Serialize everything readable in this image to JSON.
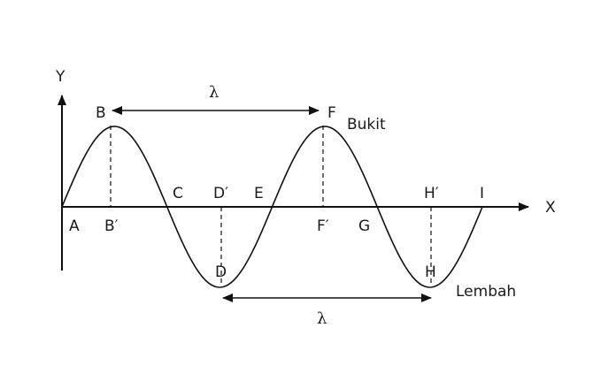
{
  "diagram": {
    "axis_y": "Y",
    "axis_x": "X",
    "points": {
      "A": "A",
      "B": "B",
      "B_prime": "B′",
      "C": "C",
      "D": "D",
      "D_prime": "D′",
      "E": "E",
      "F": "F",
      "F_prime": "F′",
      "G": "G",
      "H": "H",
      "H_prime": "H′",
      "I": "I"
    },
    "crest_label": "Bukit",
    "trough_label": "Lembah",
    "wavelength_top": "λ",
    "wavelength_bottom": "λ"
  }
}
